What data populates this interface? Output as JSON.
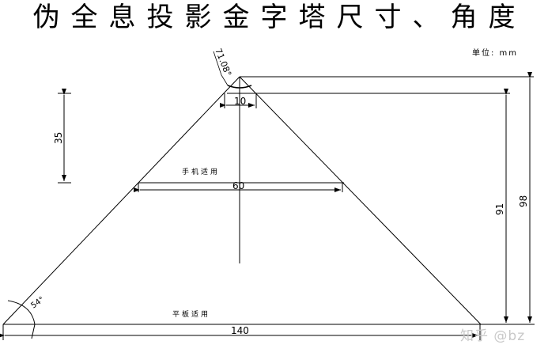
{
  "title": "伪全息投影金字塔尺寸、角度",
  "unit_label": "单位: mm",
  "dimensions": {
    "top_width": "10",
    "middle_width": "60",
    "bottom_width": "140",
    "left_height": "35",
    "inner_height": "91",
    "outer_height": "98",
    "apex_angle": "71.08°",
    "base_angle": "54°"
  },
  "annotations": {
    "phone_label": "手机适用",
    "tablet_label": "平板适用"
  },
  "watermark": "知乎 @bz",
  "colors": {
    "line": "#000000",
    "background": "#ffffff",
    "watermark": "#c8c8c8"
  }
}
